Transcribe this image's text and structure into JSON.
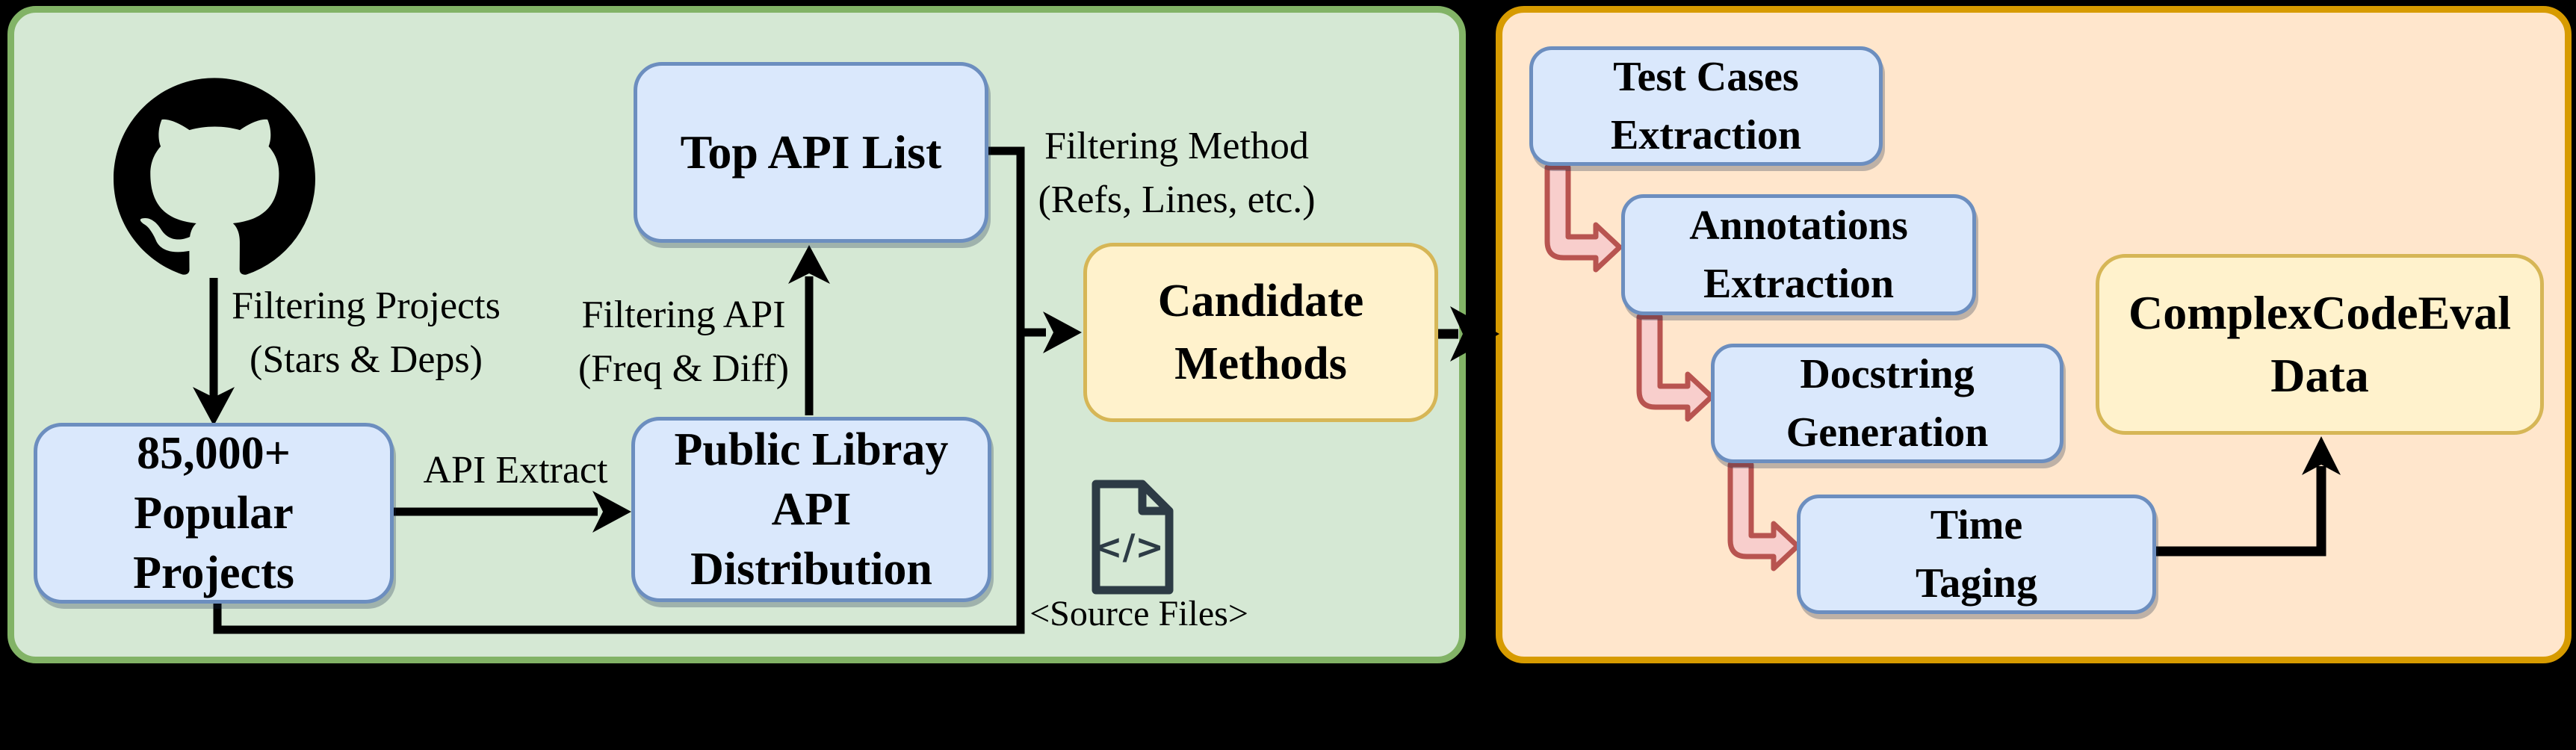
{
  "colors": {
    "panel_green_fill": "#d5e8d4",
    "panel_green_border": "#82b366",
    "panel_orange_fill": "#ffe6cc",
    "panel_orange_border": "#d79b00",
    "box_blue_fill": "#dae8fc",
    "box_blue_border": "#6c8ebf",
    "box_yellow_fill": "#fff2cc",
    "box_yellow_border": "#d6b656",
    "pink_arrow_fill": "#f8cecc",
    "pink_arrow_border": "#b85450",
    "connector_black": "#000000",
    "file_icon_dark": "#2d3b45"
  },
  "left_panel": {
    "github_icon": "github-octocat-logo",
    "source_files_icon": "code-file-icon",
    "arrow_labels": {
      "filtering_projects": [
        "Filtering Projects",
        "(Stars & Deps)"
      ],
      "api_extract": "API Extract",
      "filtering_api": [
        "Filtering API",
        "(Freq & Diff)"
      ],
      "filtering_method": [
        "Filtering Method",
        "(Refs, Lines, etc.)"
      ]
    },
    "boxes": {
      "popular_projects": [
        "85,000+",
        "Popular",
        "Projects"
      ],
      "public_library": [
        "Public Libray",
        "API",
        "Distribution"
      ],
      "top_api_list": [
        "Top API List"
      ],
      "candidate_methods": [
        "Candidate",
        "Methods"
      ]
    },
    "source_files_caption": "<Source Files>"
  },
  "right_panel": {
    "boxes": {
      "test_cases": [
        "Test Cases",
        "Extraction"
      ],
      "annotations": [
        "Annotations",
        "Extraction"
      ],
      "docstring": [
        "Docstring",
        "Generation"
      ],
      "time_taging": [
        "Time",
        "Taging"
      ],
      "complexcodeeval": [
        "ComplexCodeEval",
        "Data"
      ]
    }
  }
}
